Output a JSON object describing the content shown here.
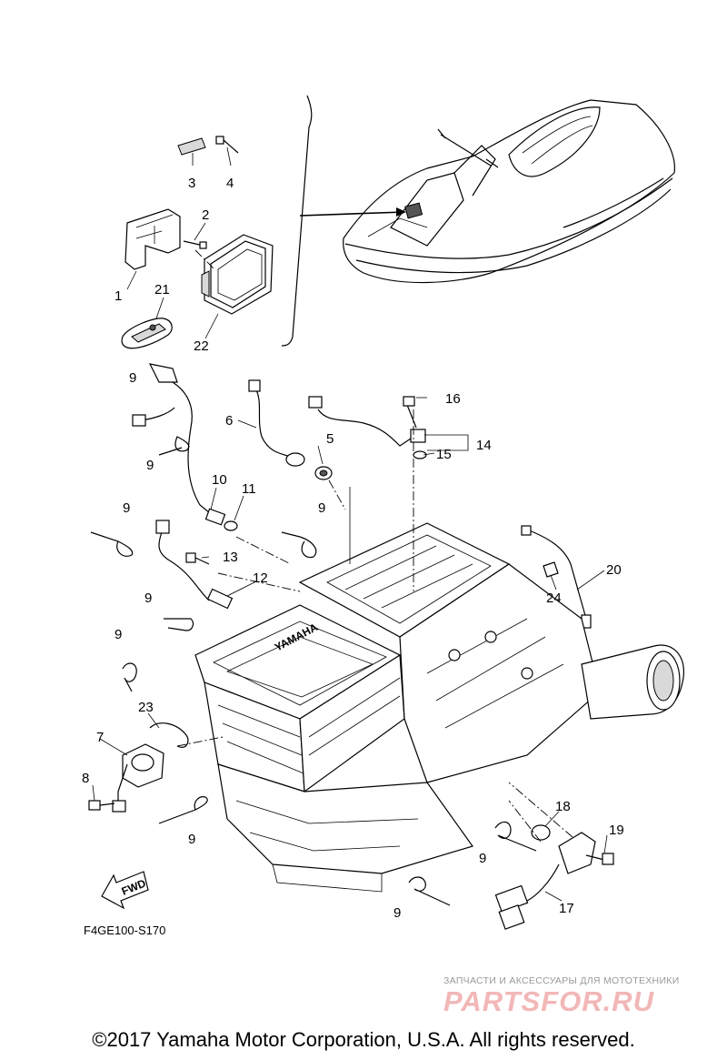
{
  "diagram": {
    "code": "F4GE100-S170",
    "fwd_label": "FWD",
    "callouts": {
      "c1": "1",
      "c2": "2",
      "c3": "3",
      "c4": "4",
      "c5": "5",
      "c6": "6",
      "c7": "7",
      "c8": "8",
      "c9": "9",
      "c10": "10",
      "c11": "11",
      "c12": "12",
      "c13": "13",
      "c14": "14",
      "c15": "15",
      "c16": "16",
      "c17": "17",
      "c18": "18",
      "c19": "19",
      "c20": "20",
      "c21": "21",
      "c22": "22",
      "c23": "23",
      "c24": "24"
    },
    "engine_cover_brand": "YAMAHA"
  },
  "watermark": {
    "tagline": "ЗАПЧАСТИ И АКСЕССУАРЫ ДЛЯ МОТОТЕХНИКИ",
    "logo": "PARTSFOR.RU"
  },
  "footer": {
    "copyright": "©2017 Yamaha Motor Corporation, U.S.A. All rights reserved."
  }
}
